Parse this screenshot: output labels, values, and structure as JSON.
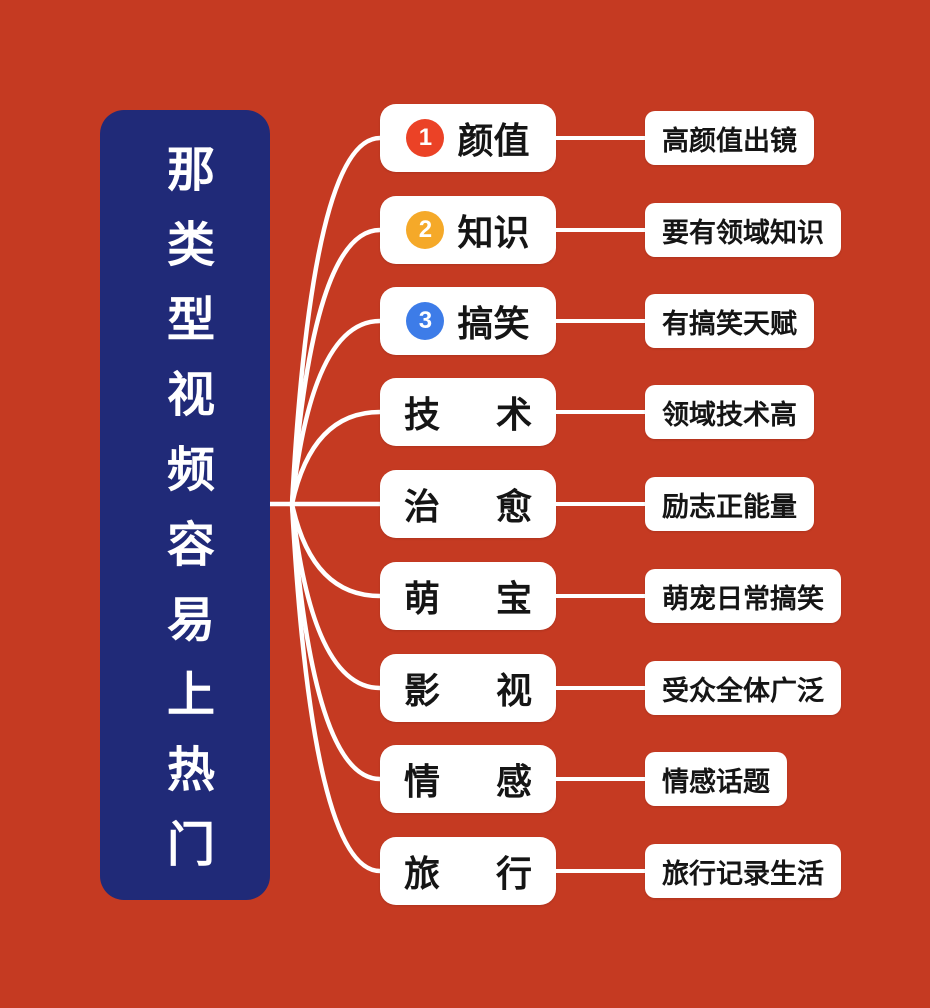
{
  "title": "那类型视频容易上热门",
  "colors": {
    "background": "#c53a22",
    "root_bg": "#202a78",
    "node_bg": "#ffffff",
    "line": "#ffffff",
    "text": "#151515",
    "badge_red": "#eb4226",
    "badge_yellow": "#f5a929",
    "badge_blue": "#3d7ce8"
  },
  "rows": [
    {
      "badge": {
        "num": "1",
        "color": "#eb4226"
      },
      "category": "颜值",
      "description": "高颜值出镜"
    },
    {
      "badge": {
        "num": "2",
        "color": "#f5a929"
      },
      "category": "知识",
      "description": "要有领域知识"
    },
    {
      "badge": {
        "num": "3",
        "color": "#3d7ce8"
      },
      "category": "搞笑",
      "description": "有搞笑天赋"
    },
    {
      "category": "技术",
      "description": "领域技术高"
    },
    {
      "category": "治愈",
      "description": "励志正能量"
    },
    {
      "category": "萌宝",
      "description": "萌宠日常搞笑"
    },
    {
      "category": "影视",
      "description": "受众全体广泛"
    },
    {
      "category": "情感",
      "description": "情感话题"
    },
    {
      "category": "旅行",
      "description": "旅行记录生活"
    }
  ]
}
